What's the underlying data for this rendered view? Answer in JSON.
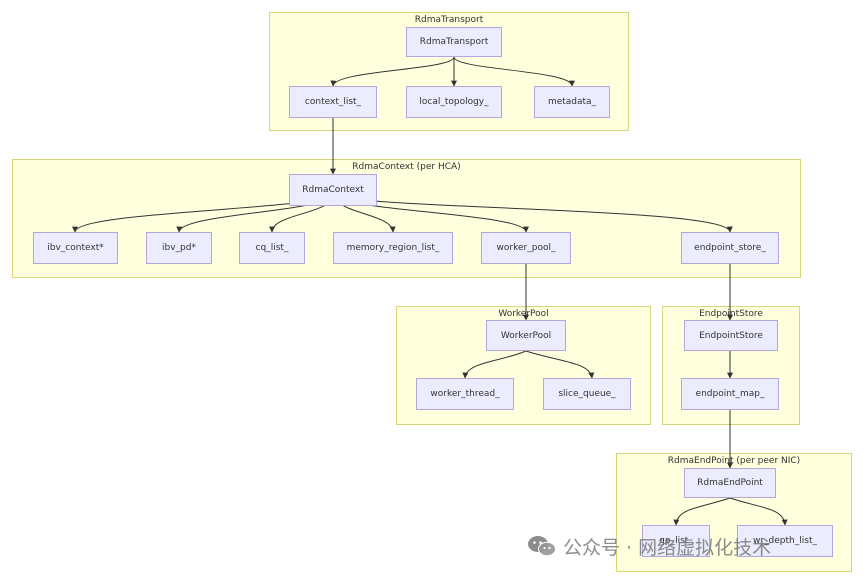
{
  "clusters": {
    "rdma_transport": "RdmaTransport",
    "rdma_context": "RdmaContext (per HCA)",
    "worker_pool": "WorkerPool",
    "endpoint_store": "EndpointStore",
    "rdma_endpoint": "RdmaEndPoint (per peer NIC)"
  },
  "nodes": {
    "rdma_transport": "RdmaTransport",
    "context_list": "context_list_",
    "local_topology": "local_topology_",
    "metadata": "metadata_",
    "rdma_context": "RdmaContext",
    "ibv_context": "ibv_context*",
    "ibv_pd": "ibv_pd*",
    "cq_list": "cq_list_",
    "memory_region_list": "memory_region_list_",
    "worker_pool_member": "worker_pool_",
    "endpoint_store_member": "endpoint_store_",
    "worker_pool": "WorkerPool",
    "worker_thread": "worker_thread_",
    "slice_queue": "slice_queue_",
    "endpoint_store": "EndpointStore",
    "endpoint_map": "endpoint_map_",
    "rdma_endpoint": "RdmaEndPoint",
    "qp_list": "qp_list_",
    "wr_depth_list": "wr_depth_list_"
  },
  "watermark": {
    "text": "公众号 · 网络虚拟化技术",
    "icon": "wechat-icon"
  },
  "colors": {
    "cluster_fill": "#ffffde",
    "cluster_border": "#d6d67a",
    "node_fill": "#ececff",
    "node_border": "#b3a6e0",
    "edge": "#333333"
  }
}
